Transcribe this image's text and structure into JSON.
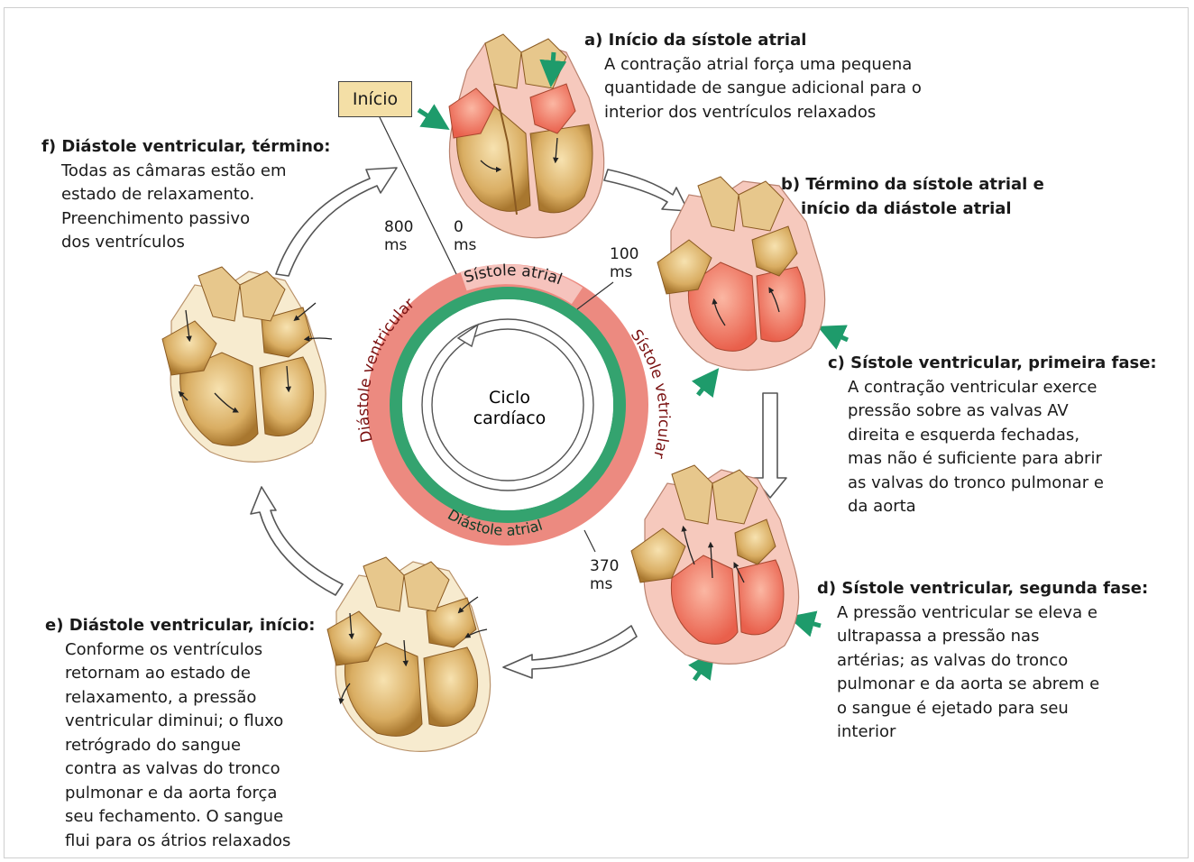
{
  "start_box": "Início",
  "center_label": [
    "Ciclo",
    "cardíaco"
  ],
  "ring": {
    "outer_top": "Sístole atrial",
    "outer_left": "Diástole ventricular",
    "outer_right": "Sístole vetricular",
    "inner_bottom": "Diástole atrial"
  },
  "time_marks": {
    "m800": [
      "800",
      "ms"
    ],
    "m0": [
      "0",
      "ms"
    ],
    "m100": [
      "100",
      "ms"
    ],
    "m370": [
      "370",
      "ms"
    ]
  },
  "phases": {
    "a": {
      "title": "a) Início da sístole atrial",
      "lines": [
        "A contração atrial força uma pequena",
        "quantidade de sangue adicional para o",
        "interior dos ventrículos relaxados"
      ]
    },
    "b": {
      "title_lines": [
        "b) Término da sístole atrial e",
        "início da diástole atrial"
      ]
    },
    "c": {
      "title": "c) Sístole ventricular, primeira fase:",
      "lines": [
        "A contração ventricular exerce",
        "pressão sobre as valvas AV",
        "direita e esquerda fechadas,",
        "mas não é suficiente para abrir",
        "as valvas do tronco pulmonar e",
        "da aorta"
      ]
    },
    "d": {
      "title": "d) Sístole ventricular, segunda fase:",
      "lines": [
        "A pressão ventricular se eleva e",
        "ultrapassa a pressão nas",
        "artérias; as valvas do tronco",
        "pulmonar e da aorta se abrem e",
        "o sangue é ejetado para seu",
        "interior"
      ]
    },
    "e": {
      "title": "e) Diástole ventricular, início:",
      "lines": [
        "Conforme os ventrículos",
        "retornam ao estado de",
        "relaxamento, a pressão",
        "ventricular diminui; o fluxo",
        "retrógrado do sangue",
        "contra as valvas do tronco",
        "pulmonar e da aorta força",
        "seu fechamento. O sangue",
        "flui para os átrios relaxados"
      ]
    },
    "f": {
      "title": "f) Diástole ventricular, término:",
      "lines": [
        "Todas as câmaras estão em",
        "estado de relaxamento.",
        "Preenchimento passivo",
        "dos ventrículos"
      ]
    }
  },
  "colors": {
    "ring_outer": "#ec8a80",
    "ring_green": "#34a36f",
    "ring_pink_label": "#f6c3bd",
    "heart_tan": "#e7c78c",
    "heart_dark": "#a5732f",
    "heart_red": "#f07560",
    "heart_pink": "#f6c9bd",
    "green_arrow": "#1e9b6b"
  }
}
